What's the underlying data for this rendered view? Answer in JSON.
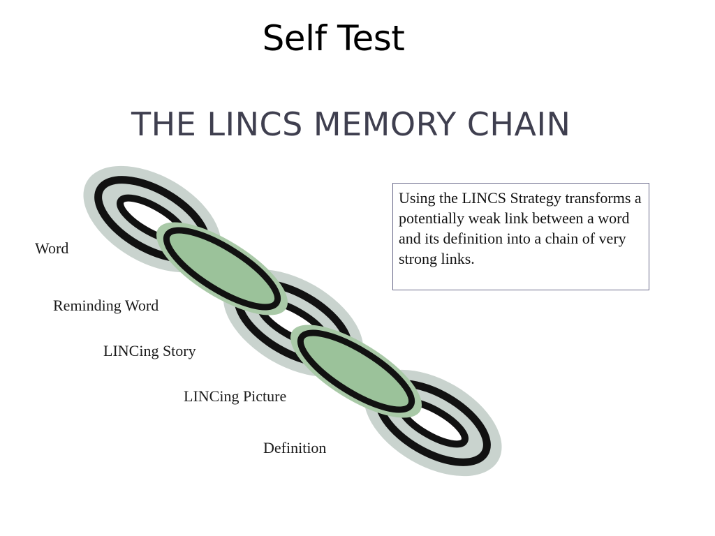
{
  "slide": {
    "title": "Self Test",
    "heading": "THE LINCS MEMORY CHAIN"
  },
  "chain": {
    "labels": {
      "word": "Word",
      "reminding_word": "Reminding Word",
      "lincing_story": "LINCing Story",
      "lincing_picture": "LINCing Picture",
      "definition": "Definition"
    },
    "colors": {
      "halo": "#c9d3ce",
      "link_fill": "#9bc29a",
      "outline": "#111111"
    }
  },
  "info_box": {
    "text": "Using the LINCS Strategy transforms a potentially weak link between a word and its definition into a chain of very strong links."
  }
}
